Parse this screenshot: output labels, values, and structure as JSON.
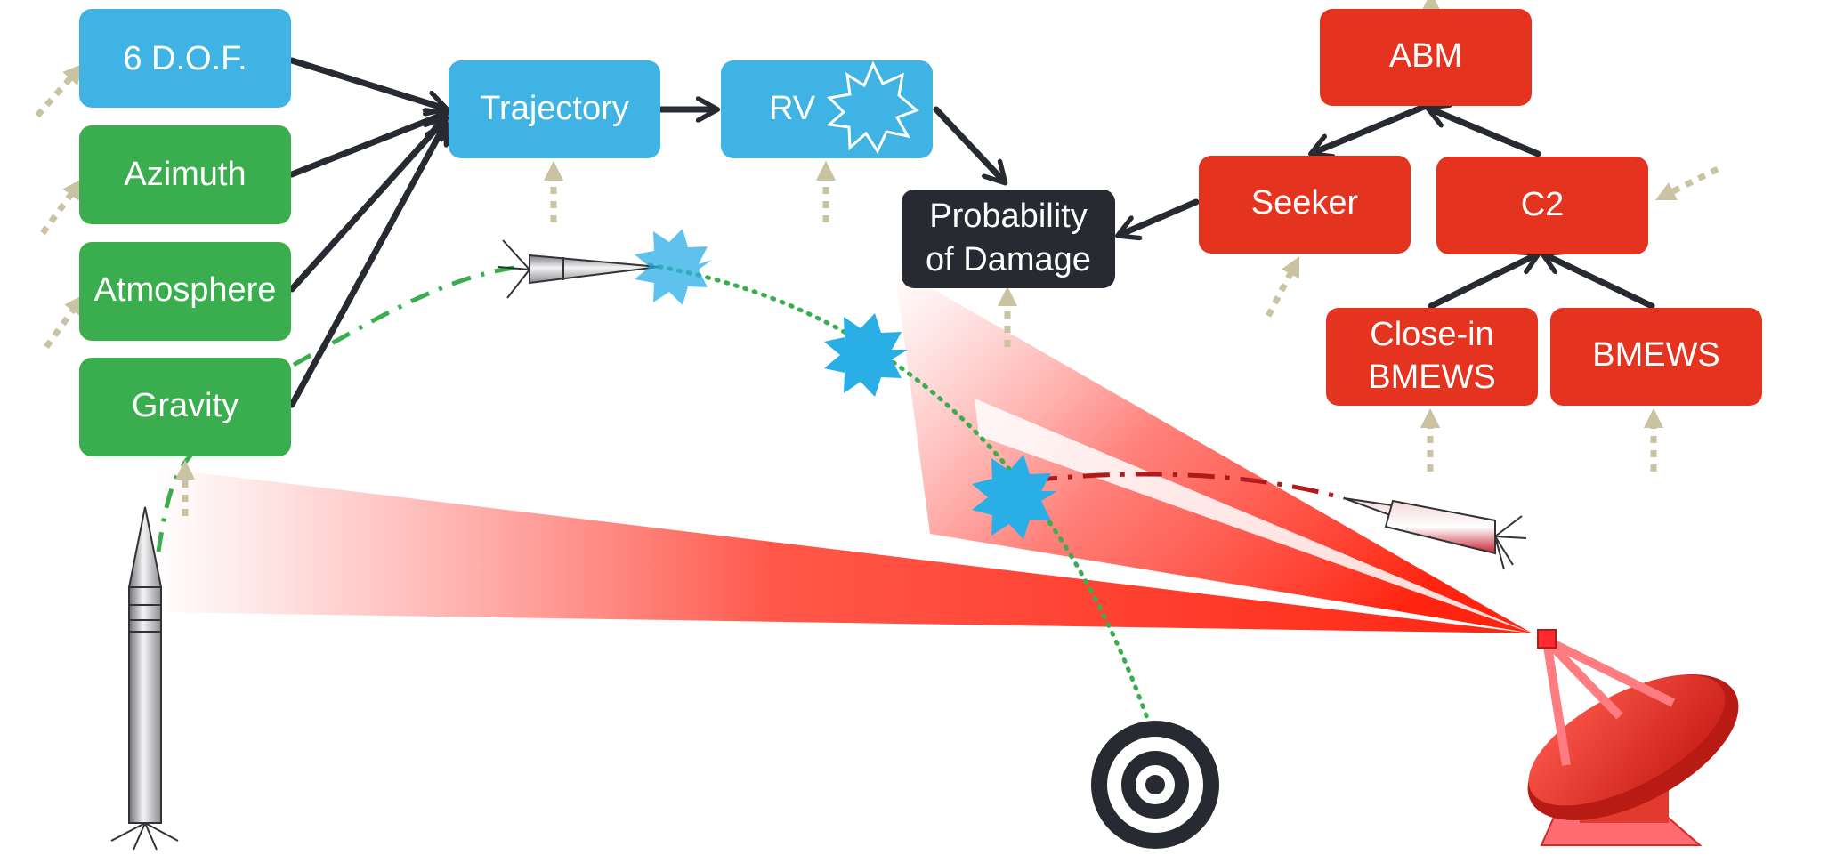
{
  "nodes": {
    "dof": {
      "label": "6 D.O.F."
    },
    "azimuth": {
      "label": "Azimuth"
    },
    "atmosphere": {
      "label": "Atmosphere"
    },
    "gravity": {
      "label": "Gravity"
    },
    "trajectory": {
      "label": "Trajectory"
    },
    "rv": {
      "label": "RV"
    },
    "probability": {
      "line1": "Probability",
      "line2": "of Damage"
    },
    "abm": {
      "label": "ABM"
    },
    "seeker": {
      "label": "Seeker"
    },
    "c2": {
      "label": "C2"
    },
    "closein": {
      "line1": "Close-in",
      "line2": "BMEWS"
    },
    "bmews": {
      "label": "BMEWS"
    }
  },
  "colors": {
    "blue": "#3fb3e3",
    "green": "#3aae4f",
    "red": "#e4331f",
    "dark": "#272a30",
    "arrow": "#272a30",
    "dotted_arrow": "#c9c3a2",
    "beam": "#ff2a16",
    "burst": "#29aee6"
  }
}
